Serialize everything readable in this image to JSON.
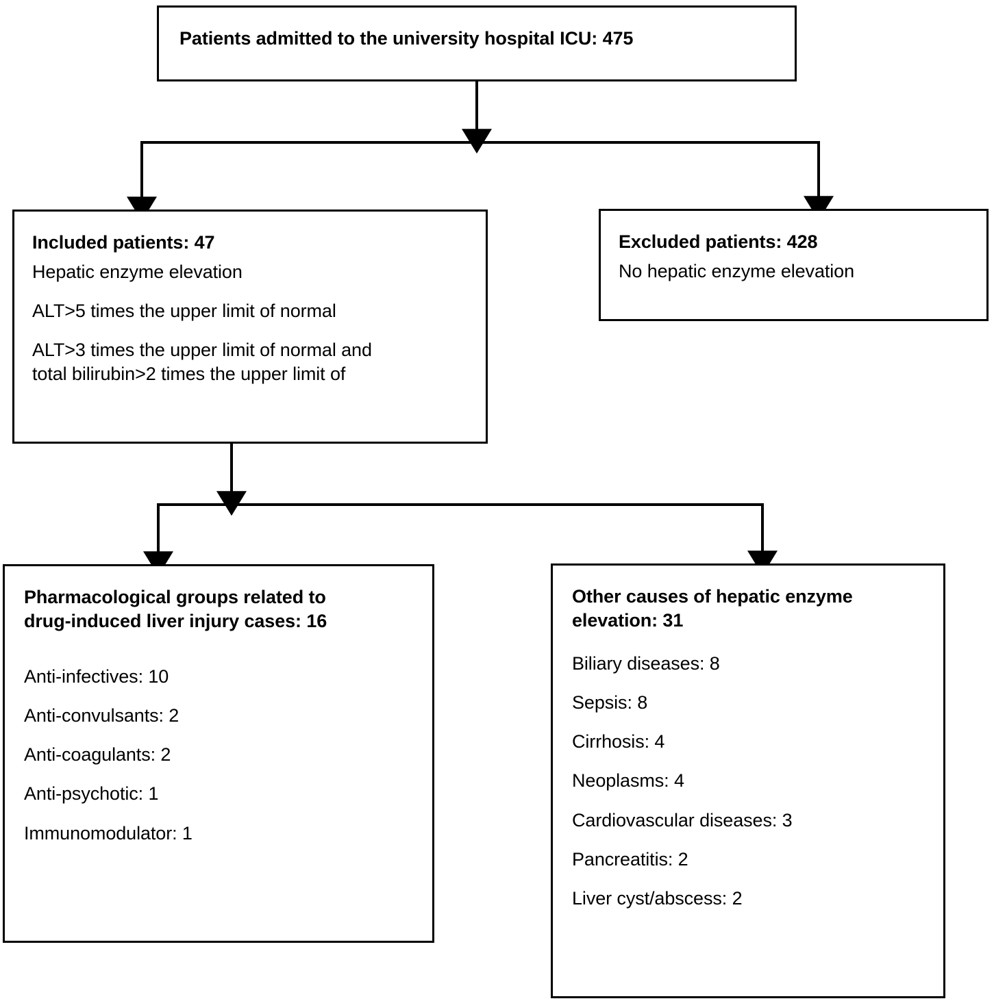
{
  "diagram": {
    "type": "flowchart",
    "title": "Patient selection flow diagram",
    "colors": {
      "stroke": "#000000",
      "fill": "#ffffff",
      "text": "#000000"
    },
    "nodes": {
      "top": {
        "title": "Patients admitted to the university hospital ICU: 475",
        "count": 475
      },
      "included": {
        "title": "Included patients: 47",
        "count": 47,
        "lines": [
          "Hepatic enzyme elevation",
          "ALT>5 times the upper limit of normal",
          "ALT>3 times the upper limit of normal and",
          "total bilirubin>2 times the upper limit of"
        ]
      },
      "excluded": {
        "title": "Excluded patients: 428",
        "count": 428,
        "lines": [
          "No hepatic enzyme elevation"
        ]
      },
      "pharmacological": {
        "title_line1": "Pharmacological groups related to",
        "title_line2": "drug-induced liver injury cases: 16",
        "count": 16,
        "items": [
          "Anti-infectives: 10",
          "Anti-convulsants: 2",
          "Anti-coagulants: 2",
          "Anti-psychotic: 1",
          "Immunomodulator: 1"
        ]
      },
      "other_causes": {
        "title_line1": "Other causes of hepatic enzyme",
        "title_line2": "elevation: 31",
        "count": 31,
        "items": [
          "Biliary diseases: 8",
          "Sepsis: 8",
          "Cirrhosis: 4",
          "Neoplasms: 4",
          "Cardiovascular diseases: 3",
          "Pancreatitis: 2",
          "Liver cyst/abscess: 2"
        ]
      }
    },
    "connectors": [
      {
        "name": "top-to-split",
        "from": "top",
        "to": "split-bar-1",
        "arrow": true
      },
      {
        "name": "split-to-included",
        "from": "split-bar-1",
        "to": "included",
        "arrow": true
      },
      {
        "name": "split-to-excluded",
        "from": "split-bar-1",
        "to": "excluded",
        "arrow": true
      },
      {
        "name": "included-to-split",
        "from": "included",
        "to": "split-bar-2",
        "arrow": true
      },
      {
        "name": "split-to-pharmacological",
        "from": "split-bar-2",
        "to": "pharmacological",
        "arrow": true
      },
      {
        "name": "split-to-other-causes",
        "from": "split-bar-2",
        "to": "other_causes",
        "arrow": true
      }
    ]
  }
}
